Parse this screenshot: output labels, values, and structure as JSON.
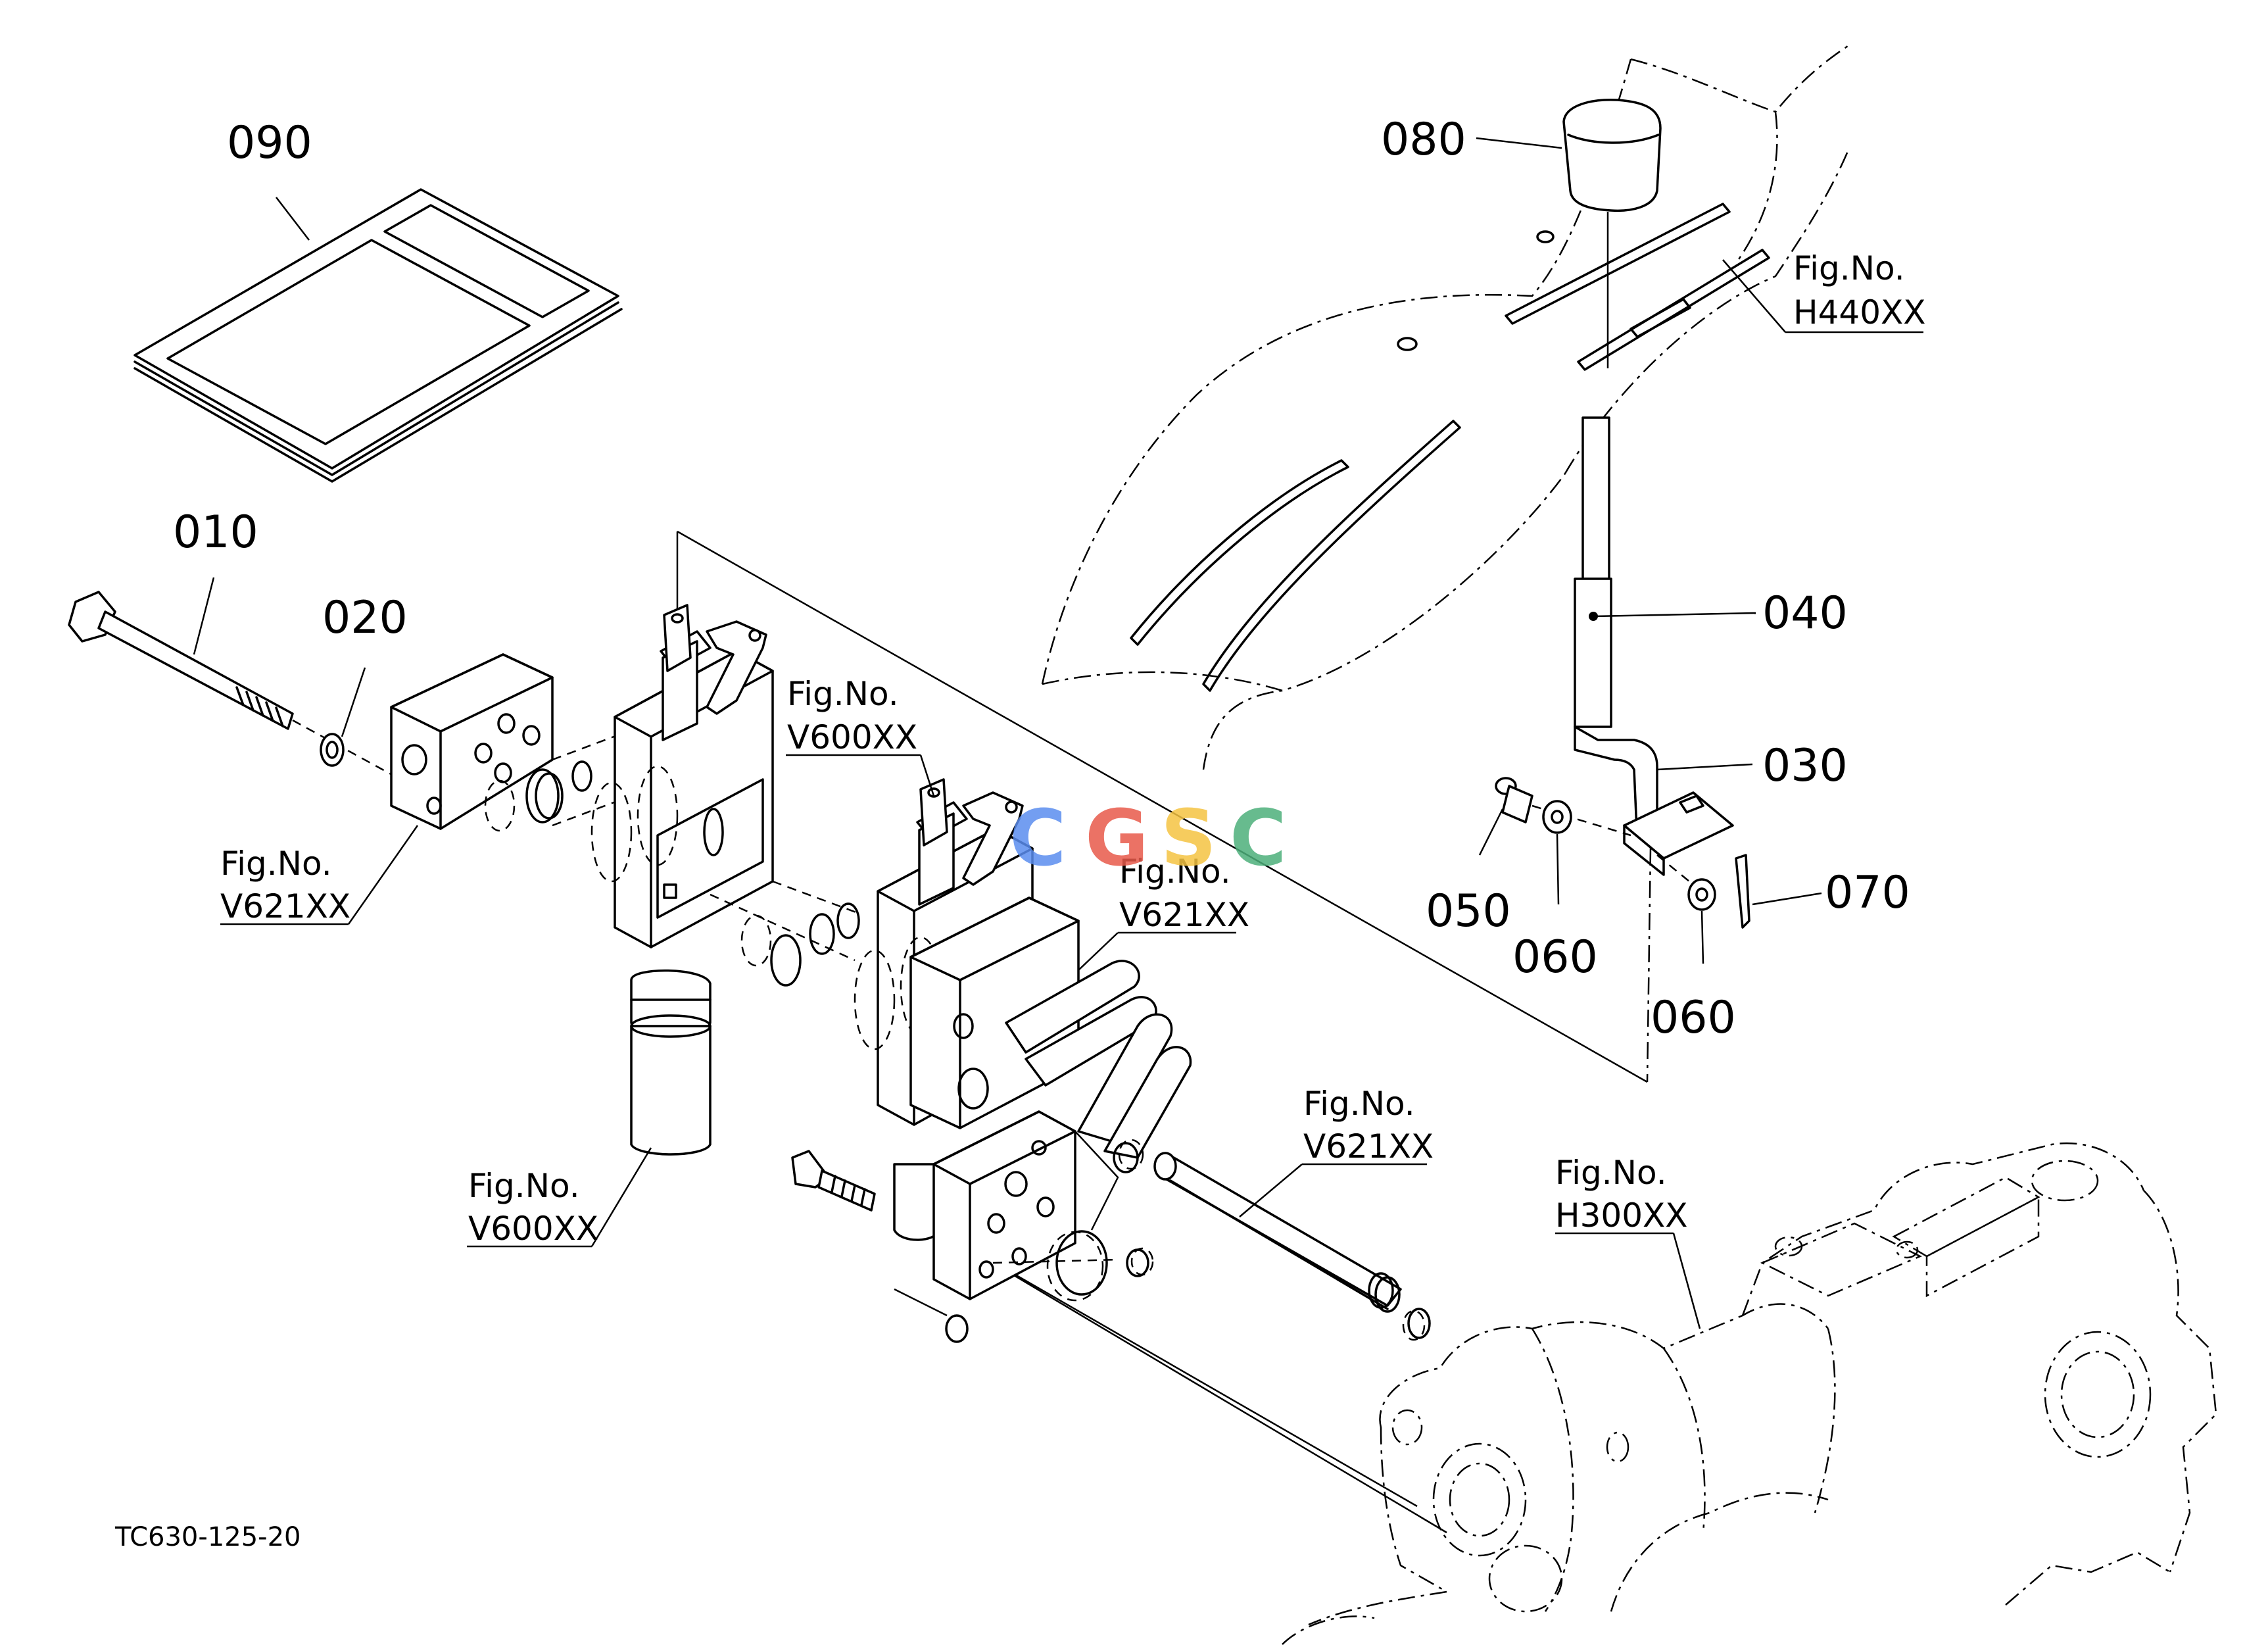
{
  "parts": {
    "p010": "010",
    "p020": "020",
    "p030": "030",
    "p040": "040",
    "p050": "050",
    "p060a": "060",
    "p060b": "060",
    "p070": "070",
    "p080": "080",
    "p090": "090"
  },
  "refs": {
    "v621_left": {
      "title": "Fig.No.",
      "code": "V621XX"
    },
    "v600_upper": {
      "title": "Fig.No.",
      "code": "V600XX"
    },
    "v621_mid": {
      "title": "Fig.No.",
      "code": "V621XX"
    },
    "v600_lower": {
      "title": "Fig.No.",
      "code": "V600XX"
    },
    "v621_lower": {
      "title": "Fig.No.",
      "code": "V621XX"
    },
    "h300": {
      "title": "Fig.No.",
      "code": "H300XX"
    },
    "h440": {
      "title": "Fig.No.",
      "code": "H440XX"
    }
  },
  "diagram_code": "TC630-125-20",
  "watermark": {
    "letters": [
      "C",
      "G",
      "S",
      "C"
    ],
    "colors": [
      "#5B8DEF",
      "#E8594A",
      "#F5C342",
      "#4CAF7A"
    ]
  }
}
